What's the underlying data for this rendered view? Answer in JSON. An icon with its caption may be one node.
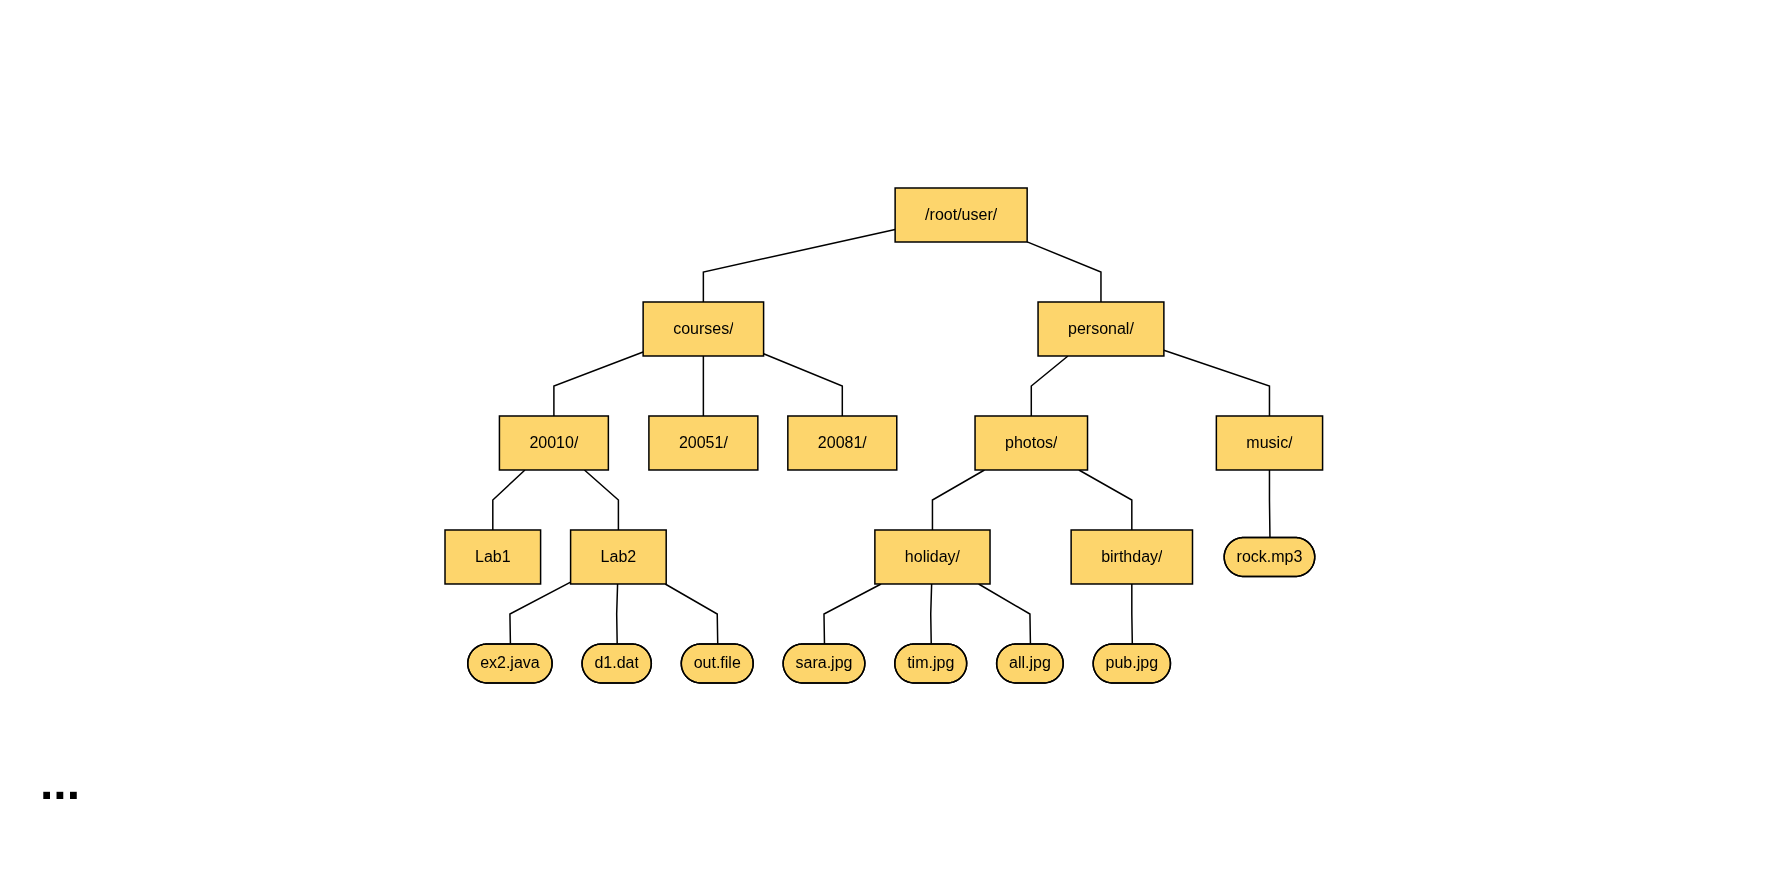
{
  "diagram": {
    "nodes": [
      {
        "text": [
          "/root/user/"
        ]
      },
      {
        "text": [
          "courses/"
        ]
      },
      {
        "text": [
          "personal/"
        ]
      },
      {
        "text": [
          "20010/"
        ]
      },
      {
        "text": [
          "20051/"
        ]
      },
      {
        "text": [
          "20081/"
        ]
      },
      {
        "text": [
          "photos/"
        ]
      },
      {
        "text": [
          "music/"
        ]
      },
      {
        "text": [
          "Lab1"
        ]
      },
      {
        "text": [
          "Lab2"
        ]
      },
      {
        "text": [
          "holiday/"
        ]
      },
      {
        "text": [
          "birthday/"
        ]
      },
      {
        "text": [
          "rock.mp3"
        ]
      },
      {
        "text": [
          "ex2.java"
        ]
      },
      {
        "text": [
          "d1.dat"
        ]
      },
      {
        "text": [
          "out.file"
        ]
      },
      {
        "text": [
          "sara.jpg"
        ]
      },
      {
        "text": [
          "tim.jpg"
        ]
      },
      {
        "text": [
          "all.jpg"
        ]
      },
      {
        "text": [
          "pub.jpg"
        ]
      }
    ],
    "edges": [
      {
        "from": 0,
        "to": 1,
        "arrow": "none"
      },
      {
        "from": 0,
        "to": 2,
        "arrow": "none"
      },
      {
        "from": 1,
        "to": 3,
        "arrow": "none"
      },
      {
        "from": 1,
        "to": 4,
        "arrow": "none"
      },
      {
        "from": 1,
        "to": 5,
        "arrow": "none"
      },
      {
        "from": 2,
        "to": 6,
        "arrow": "none"
      },
      {
        "from": 2,
        "to": 7,
        "arrow": "none"
      },
      {
        "from": 3,
        "to": 8,
        "arrow": "none"
      },
      {
        "from": 3,
        "to": 9,
        "arrow": "none"
      },
      {
        "from": 6,
        "to": 10,
        "arrow": "none"
      },
      {
        "from": 6,
        "to": 11,
        "arrow": "none"
      },
      {
        "from": 7,
        "to": 12,
        "arrow": "none"
      },
      {
        "from": 9,
        "to": 13,
        "arrow": "none"
      },
      {
        "from": 9,
        "to": 14,
        "arrow": "none"
      },
      {
        "from": 9,
        "to": 15,
        "arrow": "none"
      },
      {
        "from": 10,
        "to": 16,
        "arrow": "none"
      },
      {
        "from": 10,
        "to": 17,
        "arrow": "none"
      },
      {
        "from": 10,
        "to": 18,
        "arrow": "none"
      },
      {
        "from": 11,
        "to": 19,
        "arrow": "none"
      }
    ],
    "labels": [
      "..."
    ]
  }
}
